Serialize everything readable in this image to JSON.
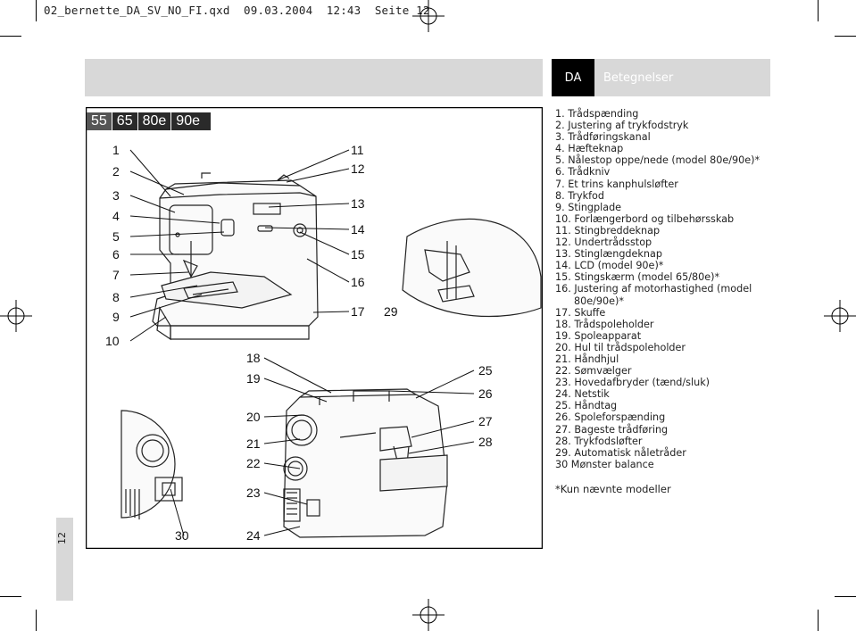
{
  "file_header": "02_bernette_DA_SV_NO_FI.qxd  09.03.2004  12:43  Seite 12",
  "language_tab": "DA",
  "section_title": "Betegnelser",
  "models": [
    "55",
    "65",
    "80e",
    "90e"
  ],
  "callouts": {
    "n1": "1",
    "n2": "2",
    "n3": "3",
    "n4": "4",
    "n5": "5",
    "n6": "6",
    "n7": "7",
    "n8": "8",
    "n9": "9",
    "n10": "10",
    "n11": "11",
    "n12": "12",
    "n13": "13",
    "n14": "14",
    "n15": "15",
    "n16": "16",
    "n17": "17",
    "n18": "18",
    "n19": "19",
    "n20": "20",
    "n21": "21",
    "n22": "22",
    "n23": "23",
    "n24": "24",
    "n25": "25",
    "n26": "26",
    "n27": "27",
    "n28": "28",
    "n29": "29",
    "n30": "30"
  },
  "parts": [
    "1.  Trådspænding",
    "2.  Justering af trykfodstryk",
    "3.  Trådføringskanal",
    "4.  Hæfteknap",
    "5.  Nålestop oppe/nede (model 80e/90e)*",
    "6.  Trådkniv",
    "7.  Et trins kanphulsløfter",
    "8.  Trykfod",
    "9.  Stingplade",
    "10. Forlængerbord og tilbehørsskab",
    "11. Stingbreddeknap",
    "12. Undertrådsstop",
    "13. Stinglængdeknap",
    "14. LCD (model 90e)*",
    "15. Stingskærm (model 65/80e)*",
    "16. Justering af motorhastighed (model",
    "80e/90e)*",
    "17. Skuffe",
    "18. Trådspoleholder",
    "19. Spoleapparat",
    "20. Hul til trådspoleholder",
    "21. Håndhjul",
    "22. Sømvælger",
    "23. Hovedafbryder (tænd/sluk)",
    "24. Netstik",
    "25. Håndtag",
    "26. Spoleforspænding",
    "27. Bageste trådføring",
    "28. Trykfodsløfter",
    "29. Automatisk nåletråder",
    "30  Mønster balance"
  ],
  "footnote": "*Kun nævnte modeller",
  "page_number": "12"
}
